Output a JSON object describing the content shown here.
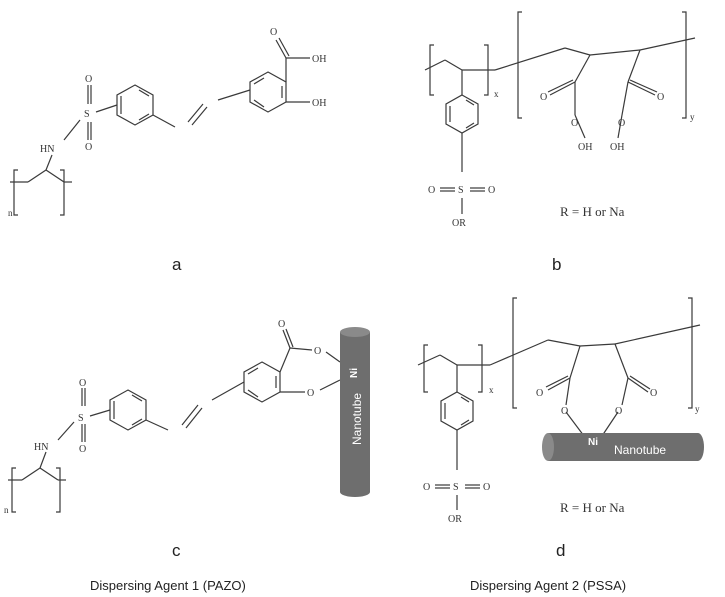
{
  "panels": {
    "a": {
      "letter": "a",
      "atoms": {
        "sulfur": "S",
        "oxygen": "O",
        "amine": "HN",
        "hydroxyl": "OH",
        "n_sub": "n"
      }
    },
    "b": {
      "letter": "b",
      "atoms": {
        "oxygen": "O",
        "hydroxyl": "OH",
        "sulfur": "S",
        "ester": "OR",
        "x_sub": "x",
        "y_sub": "y"
      },
      "r_note": "R = H or Na"
    },
    "c": {
      "letter": "c",
      "atoms": {
        "sulfur": "S",
        "oxygen": "O",
        "amine": "HN",
        "n_sub": "n",
        "nickel": "Ni"
      },
      "nanotube_label": "Nanotube",
      "caption": "Dispersing Agent 1 (PAZO)"
    },
    "d": {
      "letter": "d",
      "atoms": {
        "oxygen": "O",
        "sulfur": "S",
        "ester": "OR",
        "x_sub": "x",
        "y_sub": "y",
        "nickel": "Ni"
      },
      "nanotube_label": "Nanotube",
      "r_note": "R = H or Na",
      "caption": "Dispersing Agent 2 (PSSA)"
    }
  },
  "colors": {
    "bond": "#3a3a3a",
    "text": "#333333",
    "nanotube_fill": "#6e6e6e",
    "nanotube_end": "#8a8a8a"
  }
}
